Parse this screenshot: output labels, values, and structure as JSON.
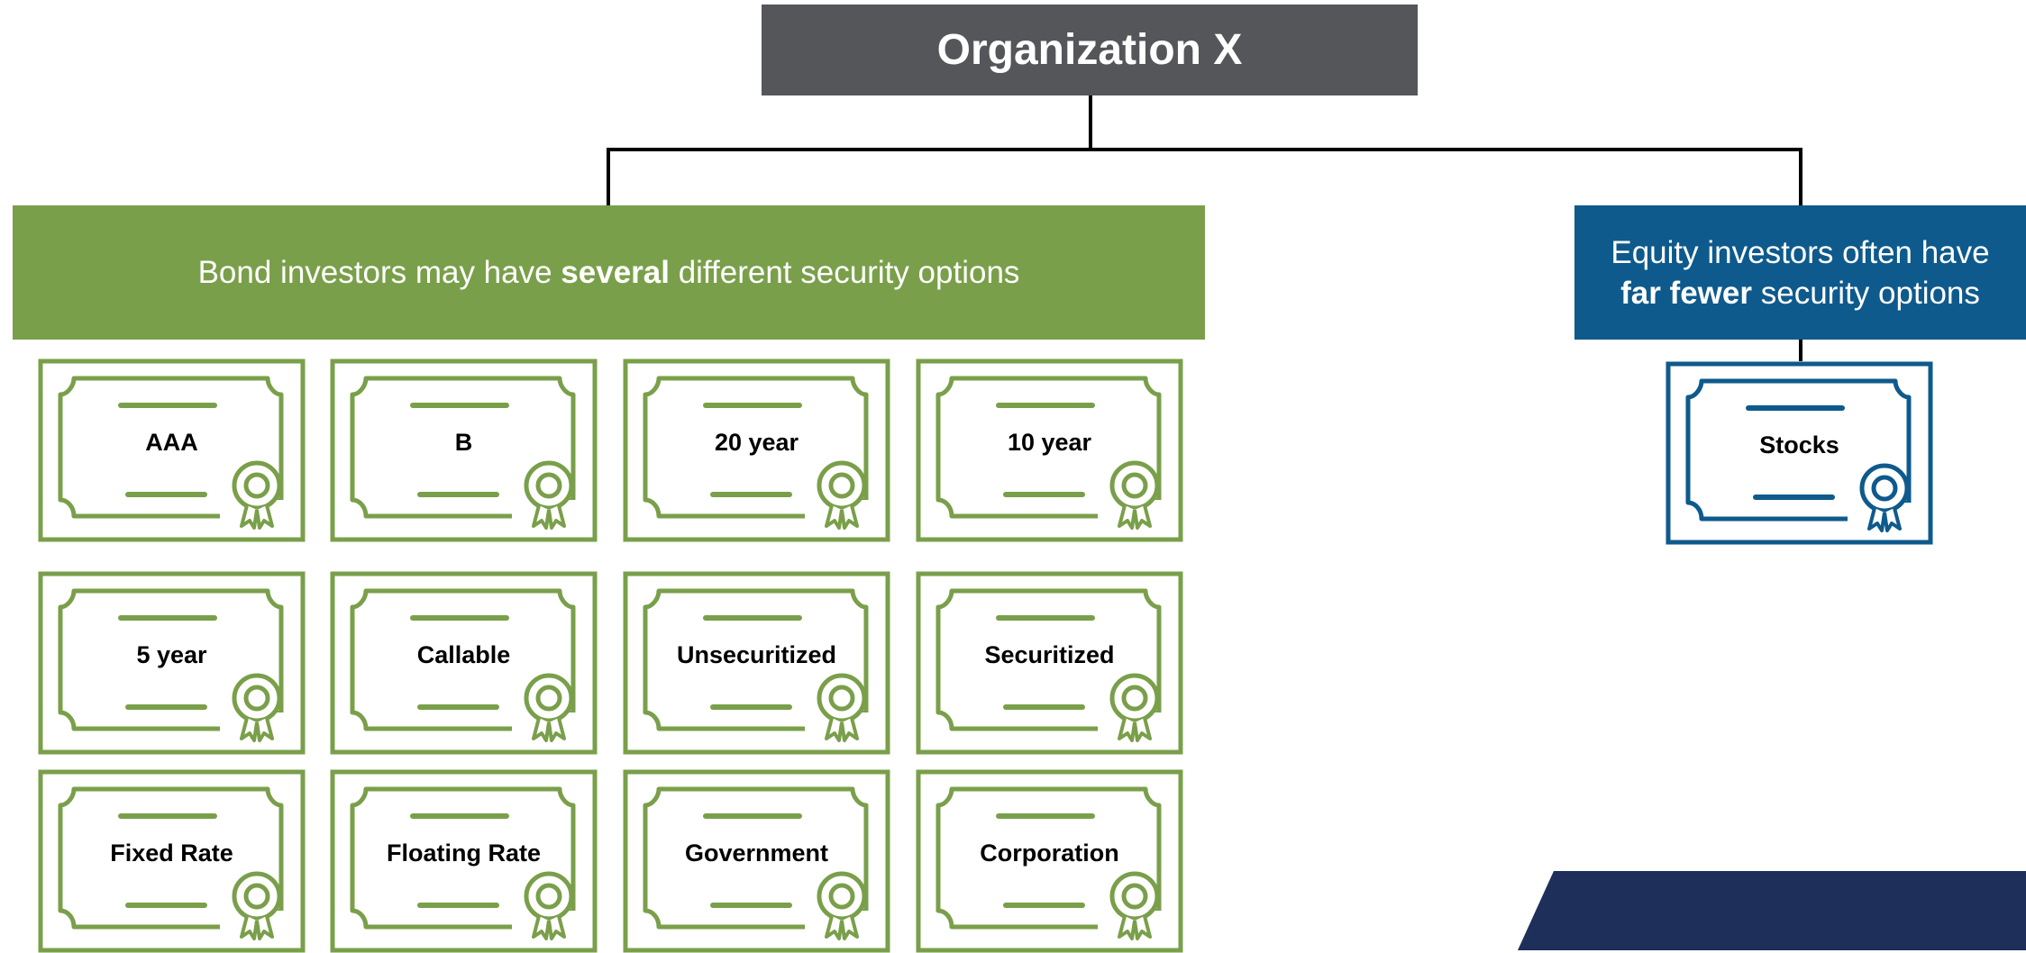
{
  "org": {
    "title": "Organization X"
  },
  "bond": {
    "text_before": "Bond investors may have ",
    "text_bold": "several",
    "text_after": " different security options",
    "color": "#7a9f4a",
    "certificates": [
      "AAA",
      "B",
      "20 year",
      "10 year",
      "5 year",
      "Callable",
      "Unsecuritized",
      "Securitized",
      "Fixed Rate",
      "Floating Rate",
      "Government",
      "Corporation"
    ]
  },
  "equity": {
    "line1": "Equity investors often have",
    "text_bold": "far fewer",
    "text_after": " security options",
    "color": "#0e5a8c",
    "certificates": [
      "Stocks"
    ]
  },
  "colors": {
    "org_box": "#54565a",
    "corner": "#1e2f5a"
  },
  "icons": {
    "certificate": "certificate-icon",
    "seal": "award-seal-icon"
  }
}
